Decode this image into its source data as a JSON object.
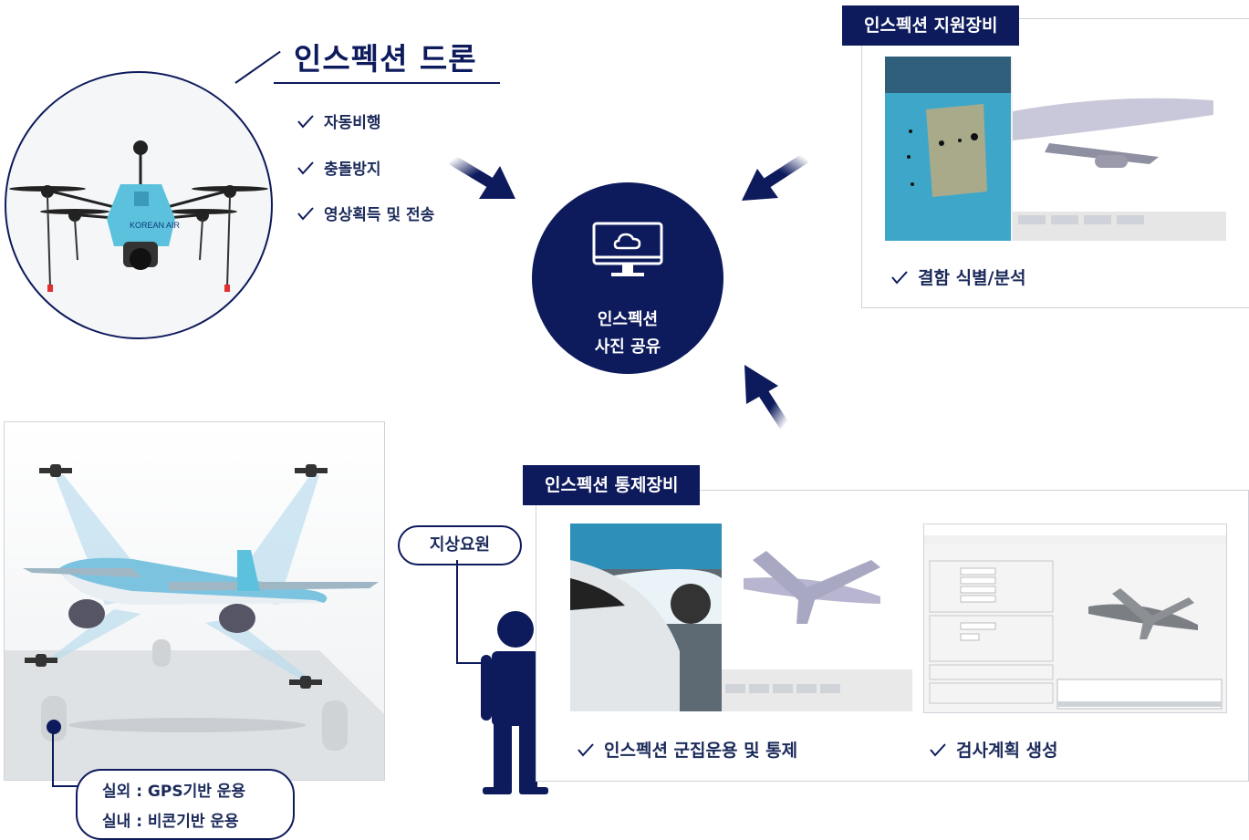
{
  "drone": {
    "title": "인스펙션 드론",
    "features": [
      "자동비행",
      "충돌방지",
      "영상획득 및 전송"
    ]
  },
  "center": {
    "line1": "인스펙션",
    "line2": "사진 공유"
  },
  "support": {
    "tag": "인스펙션 지원장비",
    "feature": "결함 식별/분석"
  },
  "control": {
    "tag": "인스펙션 통제장비",
    "features": [
      "인스펙션 군집운용 및 통제",
      "검사계획 생성"
    ]
  },
  "ground": {
    "label": "지상요원"
  },
  "operation": {
    "outdoor": "실외 : GPS기반 운용",
    "indoor": "실내 : 비콘기반 운용"
  },
  "logo_text": "KOREAN AIR",
  "colors": {
    "navy": "#0d1a5c",
    "sky": "#5bc1dd",
    "border": "#cfd3d9"
  }
}
